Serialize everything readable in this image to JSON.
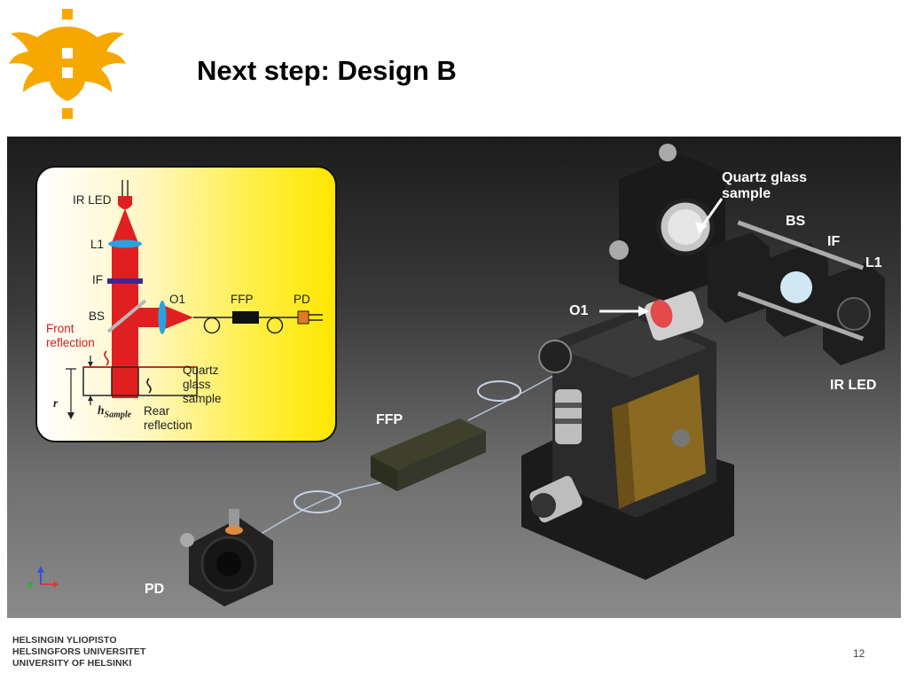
{
  "slide": {
    "title": "Next step: Design B",
    "page_number": "12"
  },
  "logo": {
    "name": "university-flame-logo",
    "color": "#f7a800"
  },
  "photo_labels": {
    "quartz": [
      "Quartz glass",
      "sample"
    ],
    "bs": "BS",
    "if": "IF",
    "l1": "L1",
    "o1": "O1",
    "ir_led": "IR LED",
    "ffp": "FFP",
    "pd": "PD"
  },
  "diagram": {
    "ir_led": "IR LED",
    "l1": "L1",
    "if": "IF",
    "bs": "BS",
    "o1": "O1",
    "ffp": "FFP",
    "pd": "PD",
    "front_reflection": [
      "Front",
      "reflection"
    ],
    "quartz": [
      "Quartz",
      "glass",
      "sample"
    ],
    "rear_reflection": [
      "Rear",
      "reflection"
    ],
    "r": "r",
    "h": "h",
    "sample_sub": "Sample",
    "colors": {
      "beam": "#e02020",
      "lens": "#29a3e0",
      "filter": "#3b2a8a",
      "pd": "#e07a20"
    }
  },
  "footer": {
    "org_lines": [
      "HELSINGIN YLIOPISTO",
      "HELSINGFORS UNIVERSITET",
      "UNIVERSITY OF HELSINKI"
    ]
  }
}
